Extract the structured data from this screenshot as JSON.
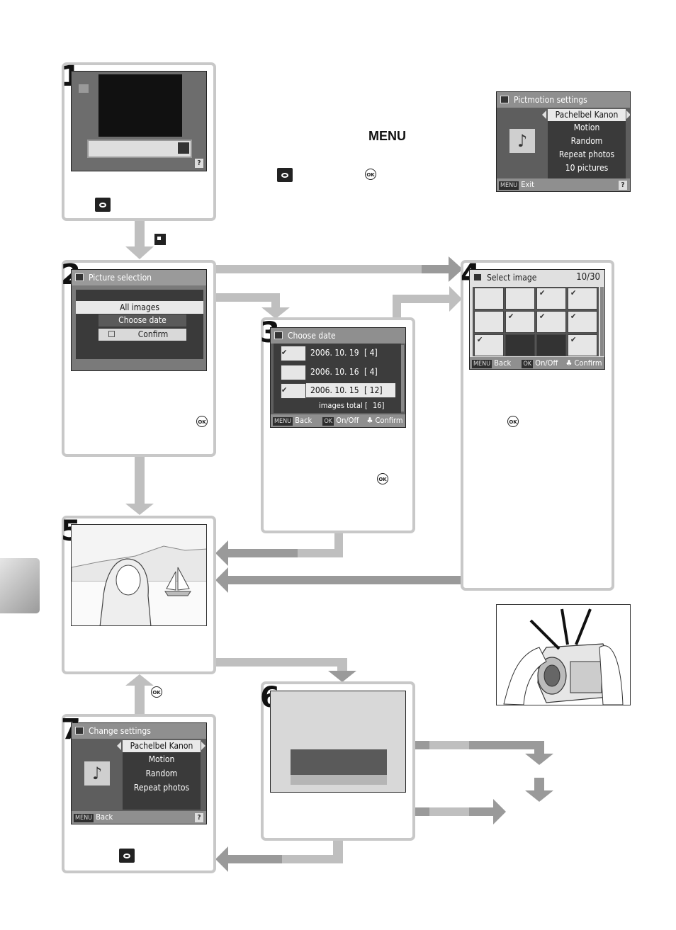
{
  "step_numbers": [
    "1",
    "2",
    "3",
    "4",
    "5",
    "6",
    "7"
  ],
  "key_labels": {
    "menu": "MENU",
    "ok": "OK"
  },
  "pictmotion_settings": {
    "title": "Pictmotion settings",
    "items": [
      "Pachelbel Kanon",
      "Motion",
      "Random",
      "Repeat photos",
      "10 pictures"
    ],
    "menu_key": "MENU",
    "exit_label": "Exit",
    "help": "?"
  },
  "picture_selection": {
    "title": "Picture selection",
    "items": [
      "All images",
      "Choose date",
      "Confirm"
    ]
  },
  "choose_date": {
    "title": "Choose date",
    "rows": [
      {
        "date": "2006. 10. 19",
        "count": "[     4]"
      },
      {
        "date": "2006. 10. 16",
        "count": "[     4]"
      },
      {
        "date": "2006. 10. 15",
        "count": "[   12]"
      }
    ],
    "total_label": "images total [",
    "total_value": "16]",
    "footer": {
      "menu": "MENU",
      "back": "Back",
      "ok": "OK",
      "onoff": "On/Off",
      "confirm": "Confirm"
    }
  },
  "select_image": {
    "title": "Select image",
    "counter": "10/30",
    "footer": {
      "menu": "MENU",
      "back": "Back",
      "ok": "OK",
      "onoff": "On/Off",
      "confirm": "Confirm"
    }
  },
  "change_settings": {
    "title": "Change settings",
    "items": [
      "Pachelbel Kanon",
      "Motion",
      "Random",
      "Repeat photos"
    ],
    "menu_key": "MENU",
    "back_label": "Back",
    "help": "?"
  },
  "colors": {
    "panel_border": "#c8c8c8",
    "screen_bg": "#5e5e5e",
    "bar": "#8f8f8f",
    "arrow": "#bfbfbf"
  }
}
